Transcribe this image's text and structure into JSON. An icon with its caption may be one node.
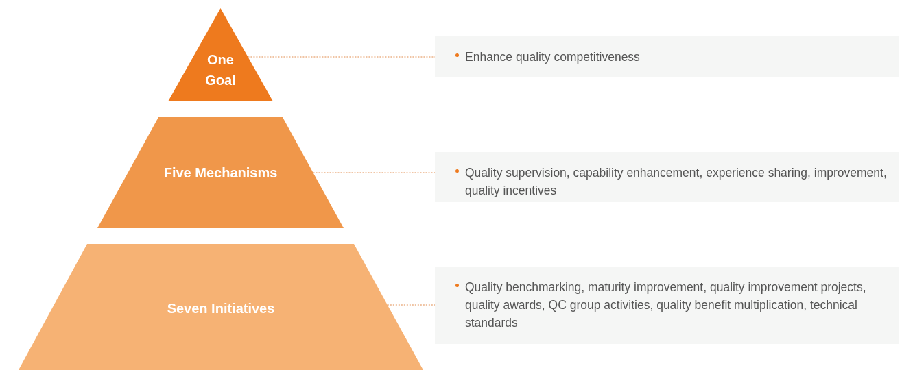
{
  "diagram": {
    "nodes": [
      {
        "text": [
          "One Goal"
        ]
      },
      {
        "text": [
          "Five Mechanisms"
        ]
      },
      {
        "text": [
          "Seven Initiatives"
        ]
      },
      {
        "text": [
          "Enhance quality competitiveness"
        ]
      },
      {
        "text": [
          "Quality supervision, capability enhancement, experience sharing, improvement, quality incentives"
        ]
      },
      {
        "text": [
          "Quality benchmarking, maturity improvement, quality improvement projects, quality awards, QC group activities, quality benefit multiplication, technical standards"
        ]
      }
    ],
    "edges": [
      {
        "from": 0,
        "to": 3,
        "arrow": "none",
        "style": "dashed"
      },
      {
        "from": 1,
        "to": 4,
        "arrow": "none",
        "style": "dashed"
      },
      {
        "from": 2,
        "to": 5,
        "arrow": "none",
        "style": "dashed"
      }
    ]
  }
}
